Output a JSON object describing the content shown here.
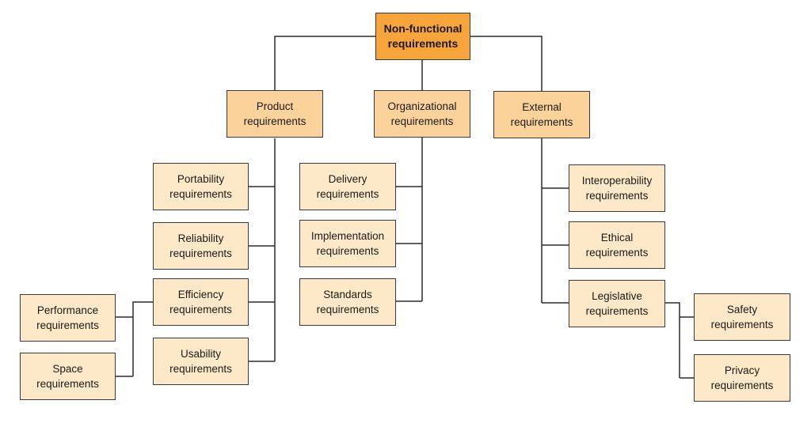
{
  "diagram": {
    "root": "Non-functional\nrequirements",
    "categories": {
      "product": "Product\nrequirements",
      "organizational": "Organizational\nrequirements",
      "external": "External\nrequirements"
    },
    "product_children": {
      "portability": "Portability\nrequirements",
      "reliability": "Reliability\nrequirements",
      "efficiency": "Efficiency\nrequirements",
      "usability": "Usability\nrequirements"
    },
    "efficiency_children": {
      "performance": "Performance\nrequirements",
      "space": "Space\nrequirements"
    },
    "organizational_children": {
      "delivery": "Delivery\nrequirements",
      "implementation": "Implementation\nrequirements",
      "standards": "Standards\nrequirements"
    },
    "external_children": {
      "interoperability": "Interoperability\nrequirements",
      "ethical": "Ethical\nrequirements",
      "legislative": "Legislative\nrequirements"
    },
    "legislative_children": {
      "safety": "Safety\nrequirements",
      "privacy": "Privacy\nrequirements"
    }
  },
  "colors": {
    "root_fill": "#f7a53b",
    "category_fill": "#fbd39a",
    "leaf_fill": "#fde9c7",
    "line": "#2b2b2b"
  }
}
